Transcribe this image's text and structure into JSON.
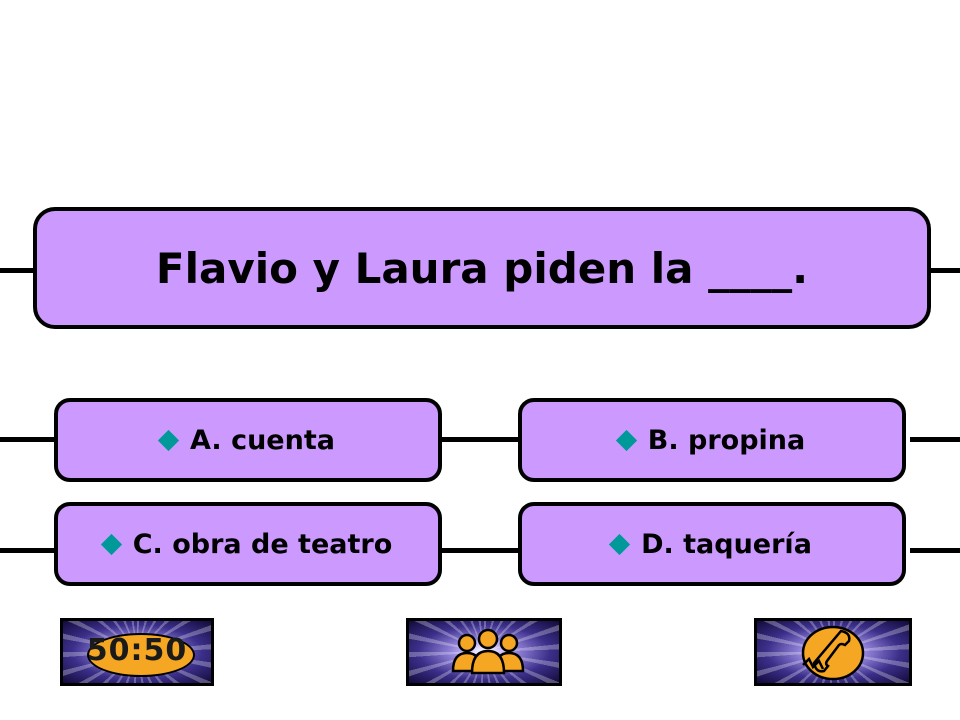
{
  "question": {
    "text": "Flavio y Laura piden la ____."
  },
  "answers": [
    {
      "label": "A. cuenta"
    },
    {
      "label": "B. propina"
    },
    {
      "label": "C. obra de teatro"
    },
    {
      "label": "D. taquería"
    }
  ],
  "lifelines": {
    "fifty_fifty": {
      "label": "50:50",
      "icon": "fifty-fifty-icon"
    },
    "ask_audience": {
      "icon": "audience-icon"
    },
    "phone_friend": {
      "icon": "phone-icon"
    }
  },
  "colors": {
    "box_fill": "#cc99ff",
    "diamond": "#009999",
    "lifeline_orange": "#f5a623"
  }
}
